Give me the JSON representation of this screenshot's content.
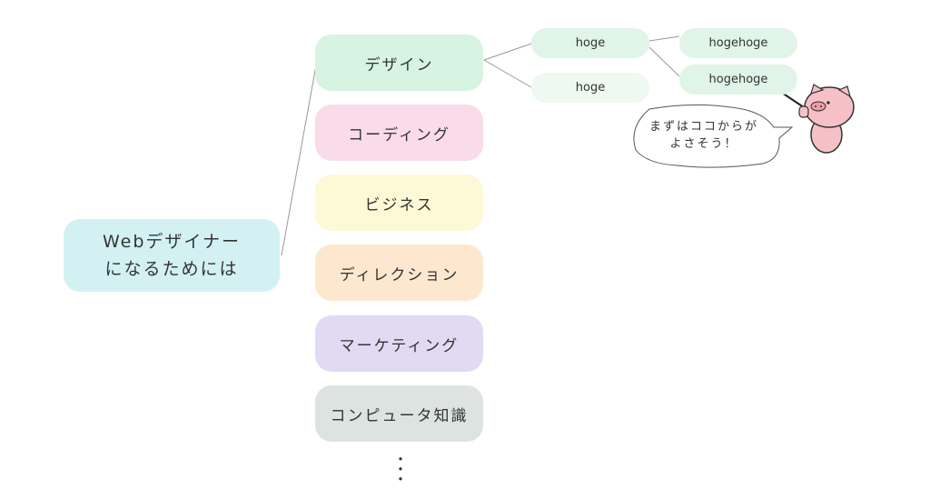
{
  "root": {
    "line1": "Webデザイナー",
    "line2": "になるためには",
    "color": "#d3f1f3"
  },
  "categories": [
    {
      "label": "デザイン",
      "color": "#d7f3e1"
    },
    {
      "label": "コーディング",
      "color": "#fadbea"
    },
    {
      "label": "ビジネス",
      "color": "#fdf9d6"
    },
    {
      "label": "ディレクション",
      "color": "#fde8cf"
    },
    {
      "label": "マーケティング",
      "color": "#e2d9f3"
    },
    {
      "label": "コンピュータ知識",
      "color": "#dde3e0"
    }
  ],
  "more": "・\n・\n・",
  "design_children": [
    {
      "label": "hoge"
    },
    {
      "label": "hoge"
    }
  ],
  "grandchildren": [
    {
      "label": "hogehoge"
    },
    {
      "label": "hogehoge"
    }
  ],
  "speech": {
    "line1": "まずはココからが",
    "line2": "よさそう！"
  }
}
